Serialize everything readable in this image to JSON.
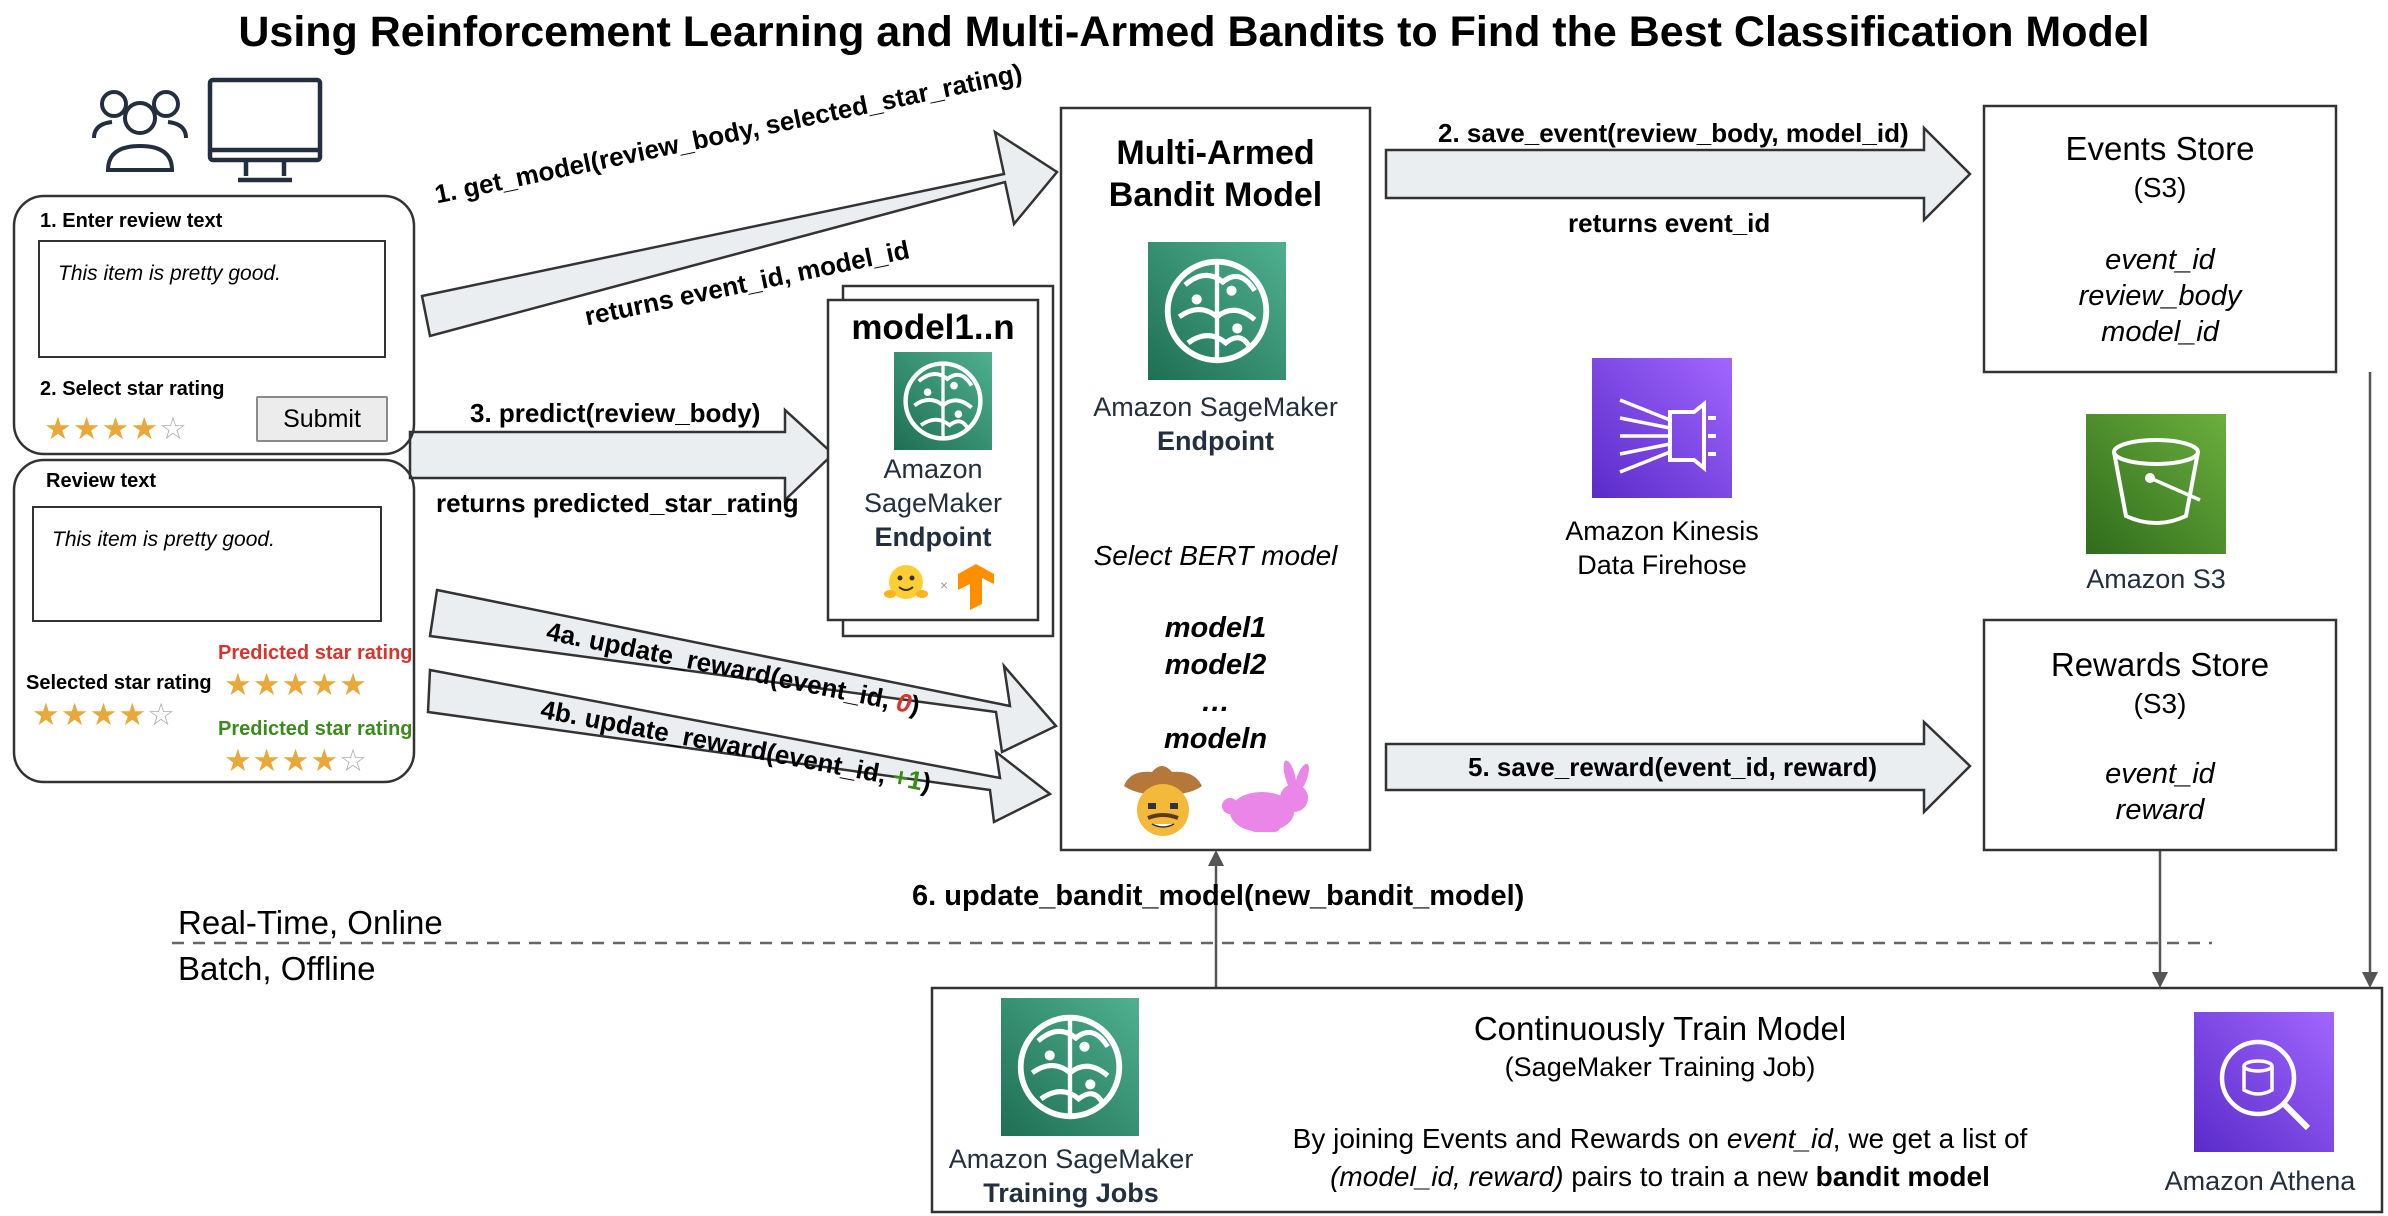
{
  "title": "Using Reinforcement Learning and Multi-Armed Bandits to Find the Best Classification Model",
  "review_form": {
    "step1_label": "1. Enter review text",
    "review_text": "This item is pretty good.",
    "step2_label": "2. Select star rating",
    "submit_label": "Submit",
    "stars_selected": 4,
    "stars_total": 5
  },
  "review_result": {
    "review_label": "Review text",
    "review_text": "This item is pretty good.",
    "selected_label": "Selected star rating",
    "selected_stars": 4,
    "predicted_label_1": "Predicted star rating",
    "predicted_stars_1": 5,
    "predicted_label_2": "Predicted star rating",
    "predicted_stars_2": 4,
    "colors": {
      "predicted_1": "#d9342b",
      "predicted_2": "#3b8a1c"
    }
  },
  "arrows": {
    "get_model": "1. get_model(review_body, selected_star_rating)",
    "get_model_return": "returns event_id, model_id",
    "predict": "3. predict(review_body)",
    "predict_return": "returns predicted_star_rating",
    "update_reward_a_prefix": "4a. update_reward(event_id, ",
    "update_reward_a_value": "0",
    "update_reward_a_suffix": ")",
    "update_reward_b_prefix": "4b. update_reward(event_id, ",
    "update_reward_b_value": "+1",
    "update_reward_b_suffix": ")",
    "save_event": "2. save_event(review_body, model_id)",
    "save_event_return": "returns event_id",
    "save_reward": "5. save_reward(event_id, reward)",
    "update_bandit": "6. update_bandit_model(new_bandit_model)"
  },
  "bandit": {
    "title_line1": "Multi-Armed",
    "title_line2": "Bandit Model",
    "service_line1": "Amazon SageMaker",
    "service_line2": "Endpoint",
    "select_label": "Select BERT model",
    "models": [
      "model1",
      "model2",
      "…",
      "modeln"
    ]
  },
  "model_stack": {
    "title": "model1..n",
    "service_line1": "Amazon",
    "service_line2": "SageMaker",
    "service_line3": "Endpoint"
  },
  "events_store": {
    "title": "Events Store",
    "subtitle": "(S3)",
    "fields": [
      "event_id",
      "review_body",
      "model_id"
    ]
  },
  "rewards_store": {
    "title": "Rewards Store",
    "subtitle": "(S3)",
    "fields": [
      "event_id",
      "reward"
    ]
  },
  "kinesis": {
    "line1": "Amazon Kinesis",
    "line2": "Data Firehose"
  },
  "s3": {
    "label": "Amazon S3"
  },
  "phases": {
    "online": "Real-Time, Online",
    "offline": "Batch, Offline"
  },
  "training": {
    "title": "Continuously Train Model",
    "subtitle": "(SageMaker Training Job)",
    "desc_part1": "By joining Events and Rewards on ",
    "desc_em1": "event_id",
    "desc_part2": ", we get a list of",
    "desc_em2": "(model_id, reward)",
    "desc_part3": " pairs to train a new ",
    "desc_bold": "bandit model",
    "service_line1": "Amazon SageMaker",
    "service_line2": "Training Jobs",
    "athena": "Amazon Athena"
  },
  "icons": {
    "users": "users-icon",
    "monitor": "monitor-icon",
    "sagemaker": "sagemaker-brain-icon",
    "kinesis": "kinesis-firehose-icon",
    "s3": "s3-bucket-icon",
    "athena": "athena-icon",
    "huggingface": "huggingface-icon",
    "tensorflow": "tensorflow-icon",
    "cowboy": "cowboy-emoji-icon",
    "rabbit": "rabbit-icon"
  },
  "colors": {
    "sagemaker": "#2e8b6f",
    "kinesis": "#7b3fe4",
    "s3": "#3f8624",
    "athena": "#7b3fe4",
    "arrow_fill": "#eaeef1",
    "reward_zero": "#d9342b",
    "reward_one": "#3b8a1c"
  }
}
